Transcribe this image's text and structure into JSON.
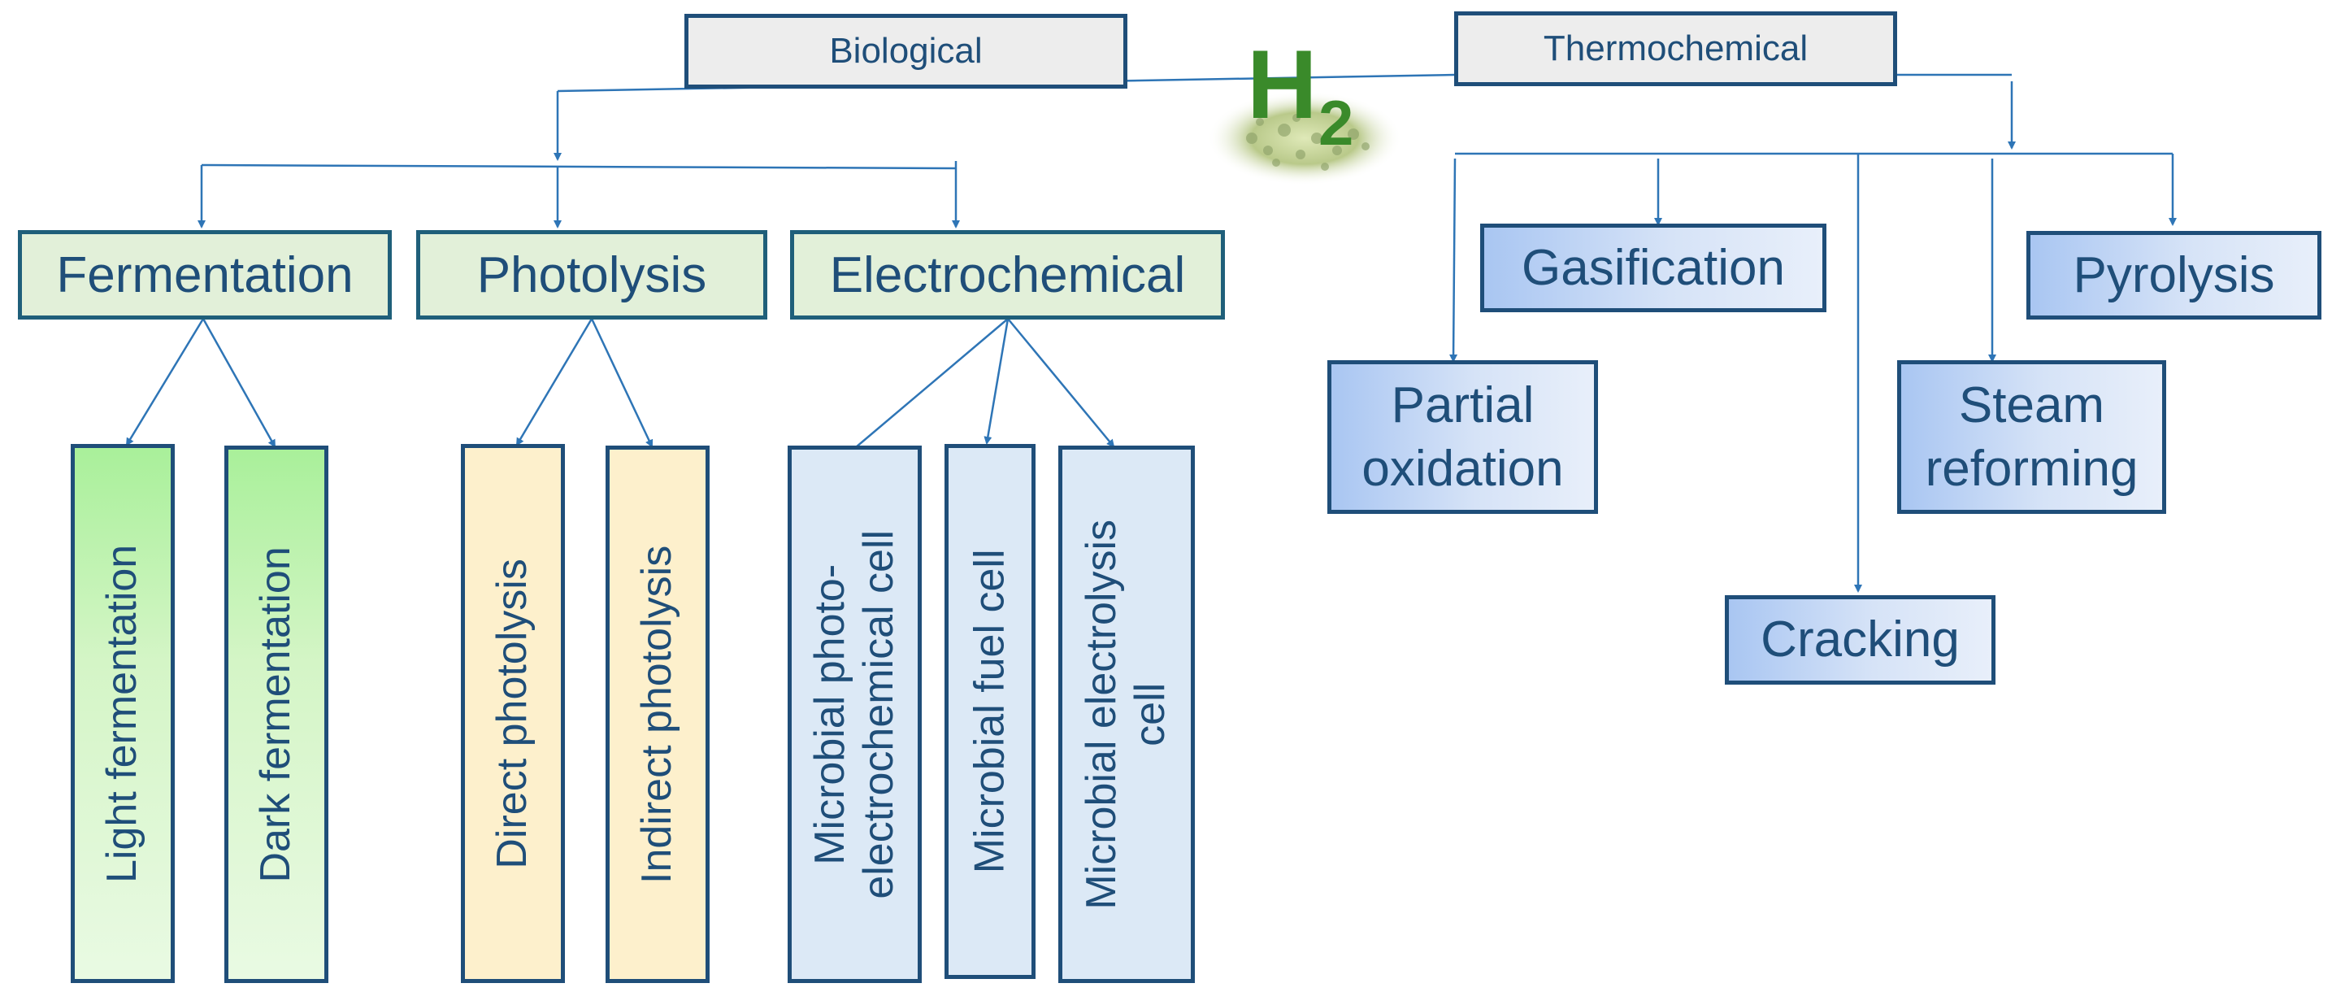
{
  "diagram": {
    "categories": {
      "biological": "Biological",
      "thermochemical": "Thermochemical"
    },
    "biological": {
      "fermentation": {
        "label": "Fermentation",
        "children": [
          "Light fermentation",
          "Dark fermentation"
        ]
      },
      "photolysis": {
        "label": "Photolysis",
        "children": [
          "Direct photolysis",
          "Indirect photolysis"
        ]
      },
      "electrochemical": {
        "label": "Electrochemical",
        "children": [
          "Microbial photo-\nelectrochemical cell",
          "Microbial fuel cell",
          "Microbial electrolysis\ncell"
        ]
      }
    },
    "thermochemical": {
      "methods": [
        "Gasification",
        "Pyrolysis",
        "Partial\noxidation",
        "Steam\nreforming",
        "Cracking"
      ]
    },
    "center_logo": {
      "text": "H",
      "subscript": "2",
      "color": "#3a8a2a"
    },
    "colors": {
      "line": "#2e75b6",
      "box_border": "#1f4e79",
      "text": "#1f4e79"
    }
  }
}
